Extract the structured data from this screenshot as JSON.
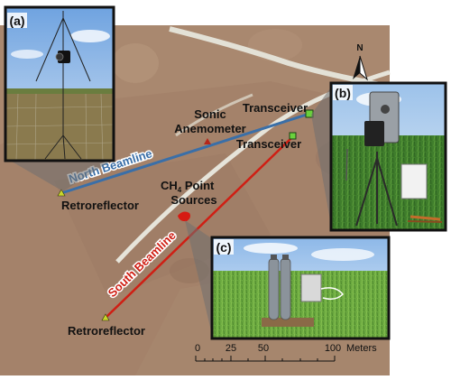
{
  "map": {
    "north_symbol": "N",
    "labels": {
      "sonic": [
        "Sonic",
        "Anemometer"
      ],
      "transceiver_north": "Transceiver",
      "transceiver_south": "Transceiver",
      "retro_north": "Retroreflector",
      "retro_south": "Retroreflector",
      "ch4_main": "CH",
      "ch4_sub": "4",
      "ch4_rest": " Point",
      "ch4_line2": "Sources"
    },
    "beamlines": [
      {
        "name": "North Beamline",
        "color": "#3a6fa8"
      },
      {
        "name": "South Beamline",
        "color": "#cf1f14"
      }
    ],
    "colors": {
      "retroreflector_marker": "#c8d62c",
      "transceiver_marker": "#6ad13c",
      "sonic_marker": "#b5261b",
      "ch4_marker": "#d61a12"
    }
  },
  "scale_bar": {
    "ticks": [
      "0",
      "25",
      "50",
      "100"
    ],
    "unit": "Meters"
  },
  "insets": [
    {
      "tag": "(a)"
    },
    {
      "tag": "(b)"
    },
    {
      "tag": "(c)"
    }
  ]
}
